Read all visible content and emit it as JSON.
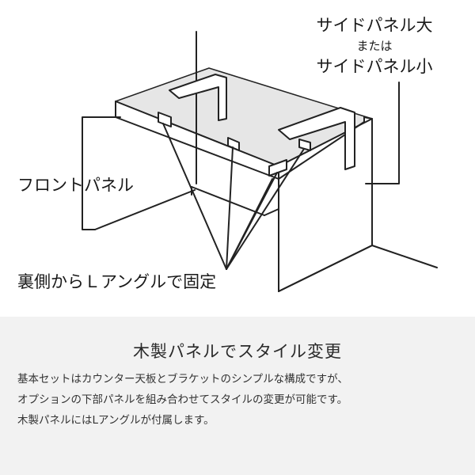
{
  "diagram": {
    "labels": {
      "side_panel_large": "サイドパネル大",
      "or": "または",
      "side_panel_small": "サイドパネル小",
      "front_panel": "フロントパネル",
      "l_angle": "裏側からＬアングルで固定"
    },
    "colors": {
      "line": "#222222",
      "glass_top": "#e6e6e6",
      "wood_edge": "#ffffff"
    }
  },
  "info": {
    "title": "木製パネルでスタイル変更",
    "body": [
      "基本セットはカウンター天板とブラケットのシンプルな構成ですが、",
      "オプションの下部パネルを組み合わせてスタイルの変更が可能です。",
      "木製パネルにはLアングルが付属します。"
    ],
    "colors": {
      "panel_bg": "#f2f2f2",
      "text": "#333333"
    }
  }
}
